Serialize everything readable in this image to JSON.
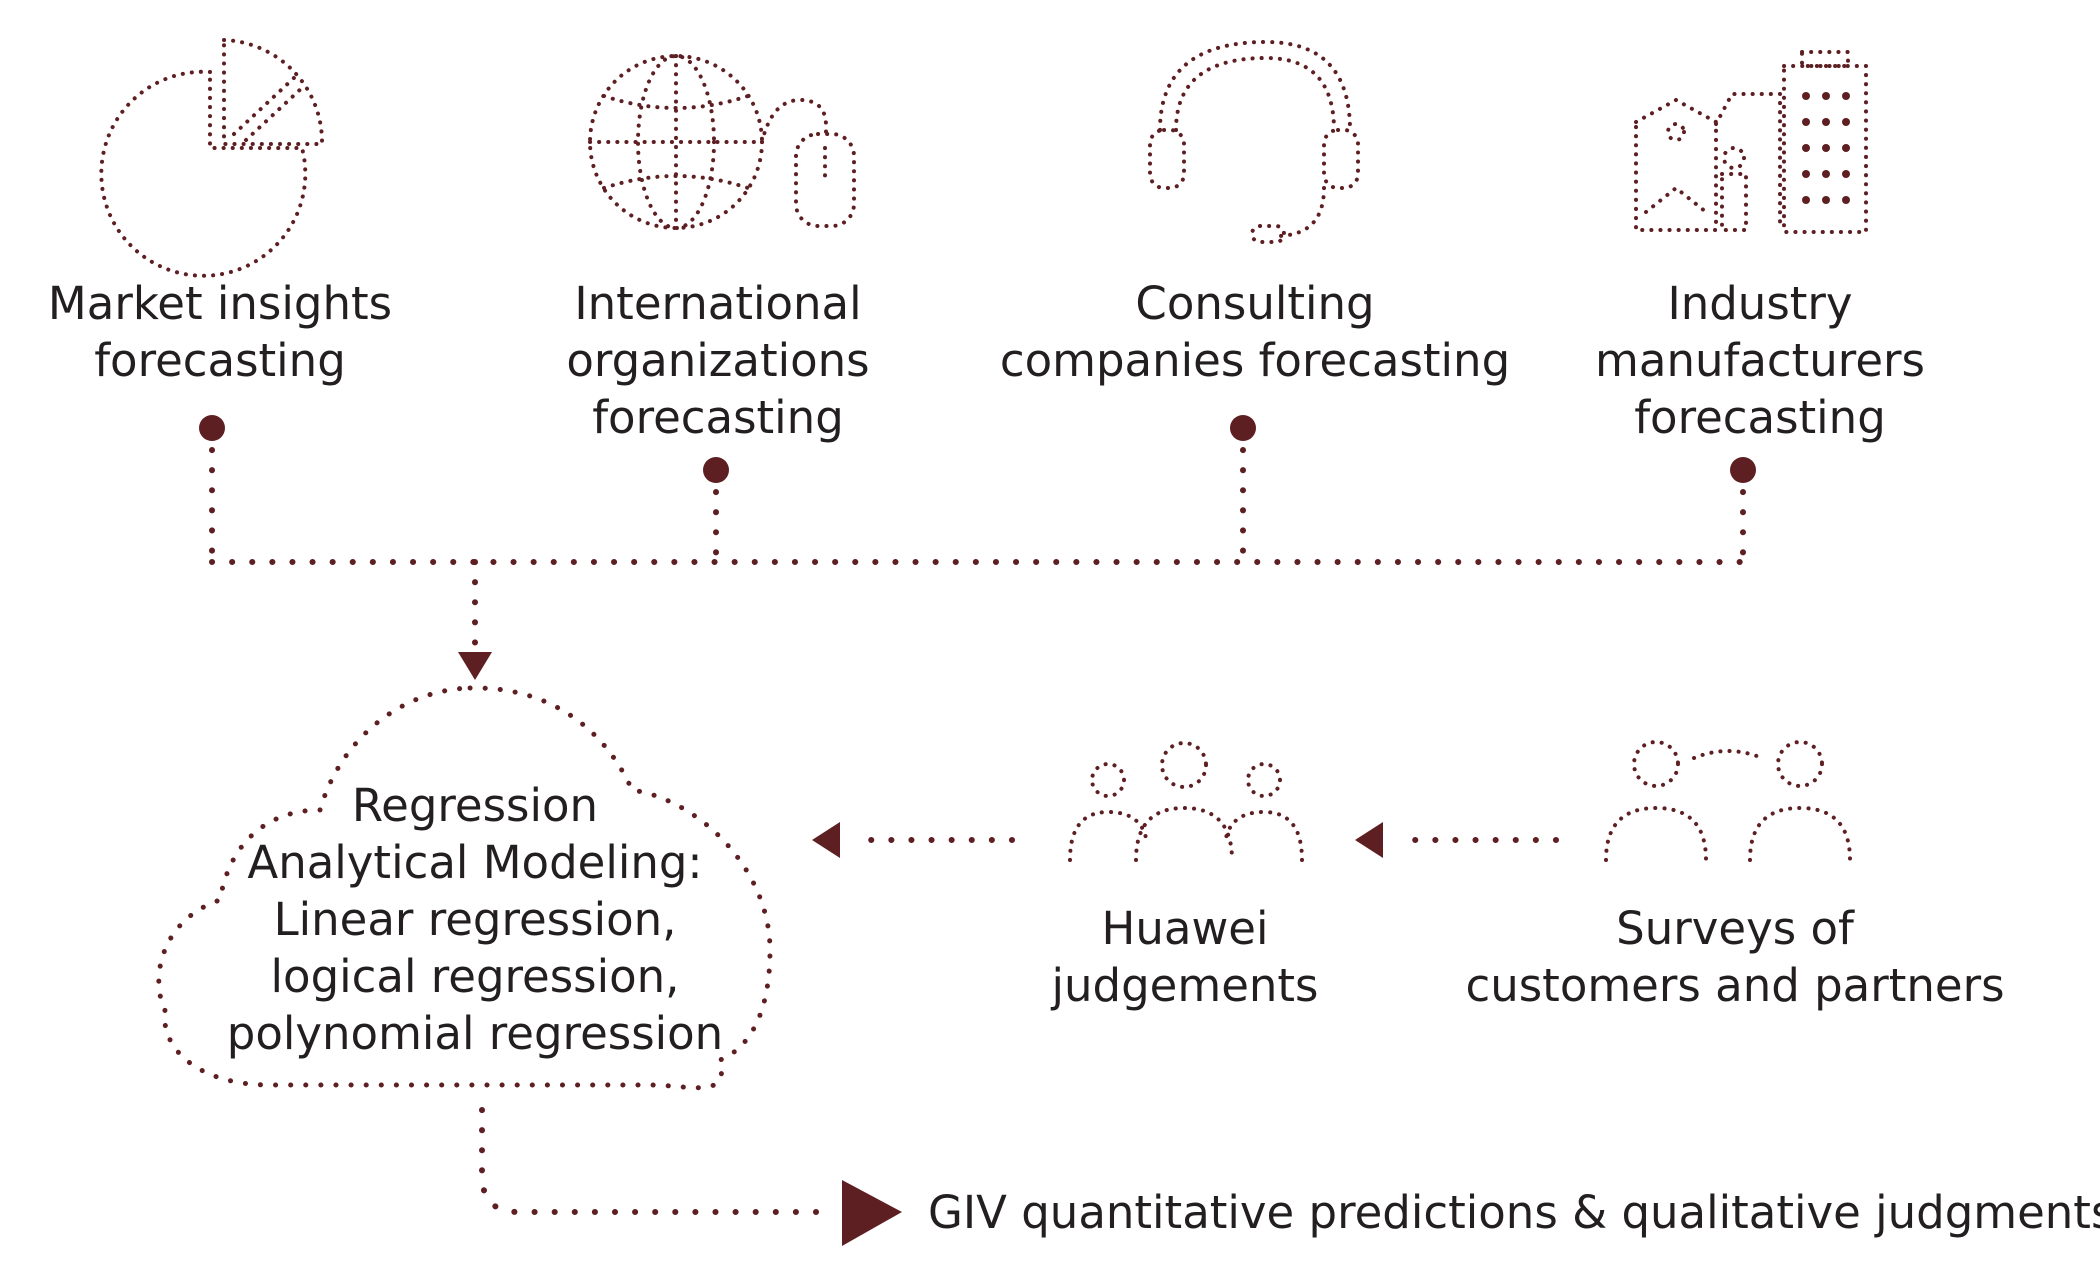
{
  "colors": {
    "accent": "#5e1f22",
    "text": "#231f20"
  },
  "sources": [
    {
      "icon": "pie-chart-icon",
      "lines": [
        "Market insights",
        "forecasting"
      ]
    },
    {
      "icon": "globe-mouse-icon",
      "lines": [
        "International",
        "organizations",
        "forecasting"
      ]
    },
    {
      "icon": "headset-icon",
      "lines": [
        "Consulting",
        "companies forecasting"
      ]
    },
    {
      "icon": "industry-buildings-icon",
      "lines": [
        "Industry",
        "manufacturers",
        "forecasting"
      ]
    }
  ],
  "model": {
    "lines": [
      "Regression",
      "Analytical Modeling:",
      "Linear regression,",
      "logical regression,",
      "polynomial regression"
    ]
  },
  "judgements": {
    "icon": "people-group-icon",
    "lines": [
      "Huawei",
      "judgements"
    ]
  },
  "surveys": {
    "icon": "two-people-icon",
    "lines": [
      "Surveys of",
      "customers and partners"
    ]
  },
  "output": {
    "label": "GIV quantitative predictions & qualitative judgments"
  }
}
